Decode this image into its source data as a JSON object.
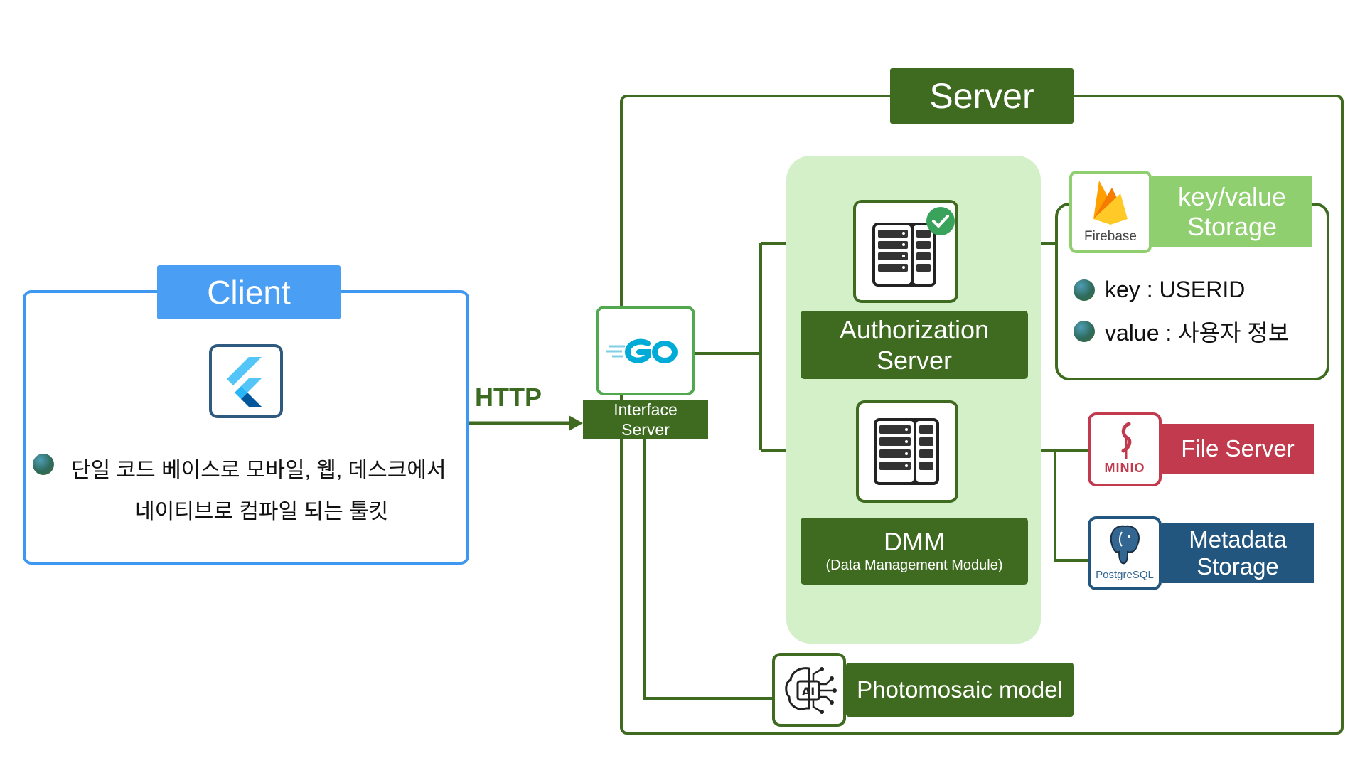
{
  "client": {
    "title": "Client",
    "description_line1": "단일 코드 베이스로 모바일, 웹, 데스크에서",
    "description_line2": "네이티브로 컴파일 되는 툴킷",
    "icon": "flutter-logo"
  },
  "connection": {
    "label": "HTTP"
  },
  "server": {
    "title": "Server",
    "interface_server": {
      "line1": "Interface",
      "line2": "Server",
      "icon": "go-logo"
    },
    "authorization_server": {
      "line1": "Authorization",
      "line2": "Server",
      "icon": "server-rack-check-icon"
    },
    "dmm": {
      "title": "DMM",
      "subtitle": "(Data Management Module)",
      "icon": "server-rack-icon"
    },
    "photomosaic": {
      "label": "Photomosaic model",
      "icon": "ai-brain-icon"
    }
  },
  "key_value_storage": {
    "logo_text": "Firebase",
    "title_line1": "key/value",
    "title_line2": "Storage",
    "items": [
      "key : USERID",
      "value : 사용자 정보"
    ]
  },
  "file_server": {
    "logo_text": "MINIO",
    "label": "File Server"
  },
  "metadata_storage": {
    "logo_text": "PostgreSQL",
    "line1": "Metadata",
    "line2": "Storage"
  },
  "colors": {
    "client_blue": "#4a9ff5",
    "server_green": "#3e6b1f",
    "panel_green": "#d4f0c8",
    "storage_light_green": "#8fcf6f",
    "minio_red": "#c23a4e",
    "postgres_blue": "#22567f"
  }
}
